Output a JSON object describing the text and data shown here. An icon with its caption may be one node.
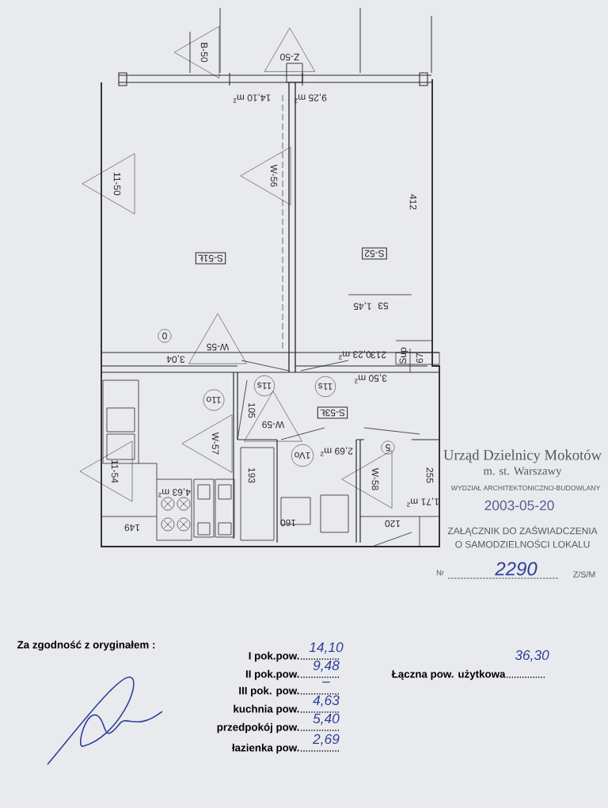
{
  "diagram": {
    "labels": [
      "B-50",
      "Z-50",
      "14,10 m$^{2}$",
      "9,25 m$^{2}$",
      "11-50",
      "W-56",
      "S-51Ł",
      "412",
      "S-52",
      "1,45",
      "53",
      "0",
      "W-55",
      "3,04",
      "0,23 m$^{2}$",
      "213",
      "Sup",
      "67",
      "3,50 m$^{2}$",
      "11s",
      "11s",
      "11o",
      "105",
      "S-53Ł",
      "W-59",
      "W-57",
      "11-54",
      "1Vo",
      "2,69 m$^{2}$",
      "5",
      "W-58",
      "255",
      "1,71 m$^{2}$",
      "4,63 m$^{2}$",
      "193",
      "149",
      "160",
      "120",
      "Urząd Dzielnicy Mokotów",
      "m. st. Warszawy",
      "WYDZIAŁ ARCHITEKTONICZNO-BUDOWLANY",
      "2003-05-20",
      "ZAŁĄCZNIK DO ZAŚWIADCZENIA",
      "O SAMODZIELNOŚCI LOKALU",
      "Nr",
      "2290",
      "Z/S/M",
      "Za zgodność z oryginałem :",
      "I pok.pow.",
      "14,10",
      "II pok.pow.",
      "9,48",
      "Łączna pow. użytkowa",
      "36,30",
      "III pok. pow.",
      "–",
      "kuchnia pow.",
      "4,63",
      "przedpokój pow.",
      "5,40",
      "łazienka pow.",
      "2,69"
    ]
  }
}
